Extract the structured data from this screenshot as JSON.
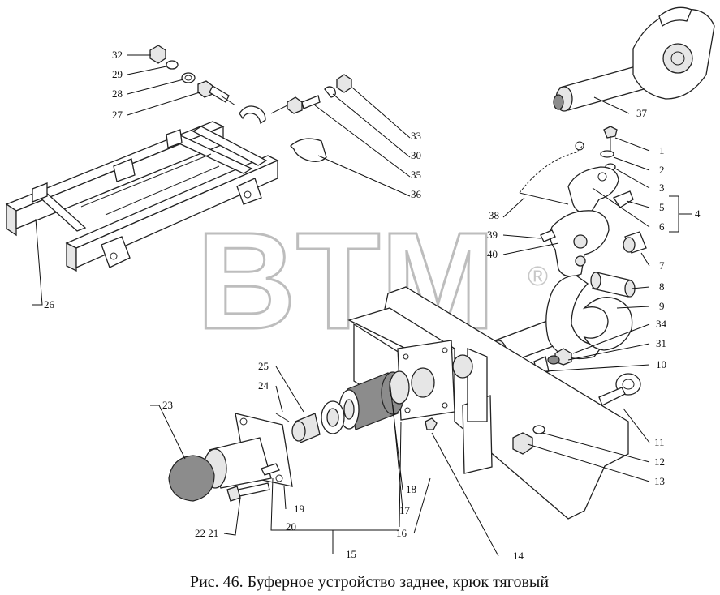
{
  "watermark": {
    "text": "BTM",
    "registered_mark": "®"
  },
  "caption": "Рис. 46. Буферное устройство заднее, крюк тяговый",
  "callouts": {
    "n1": "1",
    "n2": "2",
    "n3": "3",
    "n4": "4",
    "n5": "5",
    "n6": "6",
    "n7": "7",
    "n8": "8",
    "n9": "9",
    "n10": "10",
    "n11": "11",
    "n12": "12",
    "n13": "13",
    "n14": "14",
    "n15": "15",
    "n16": "16",
    "n17": "17",
    "n18": "18",
    "n19": "19",
    "n20": "20",
    "n2221": "22 21",
    "n23": "23",
    "n24": "24",
    "n25": "25",
    "n26": "26",
    "n27": "27",
    "n28": "28",
    "n29": "29",
    "n30": "30",
    "n31": "31",
    "n32": "32",
    "n33": "33",
    "n34": "34",
    "n35": "35",
    "n36": "36",
    "n37": "37",
    "n38": "38",
    "n39": "39",
    "n40": "40"
  }
}
